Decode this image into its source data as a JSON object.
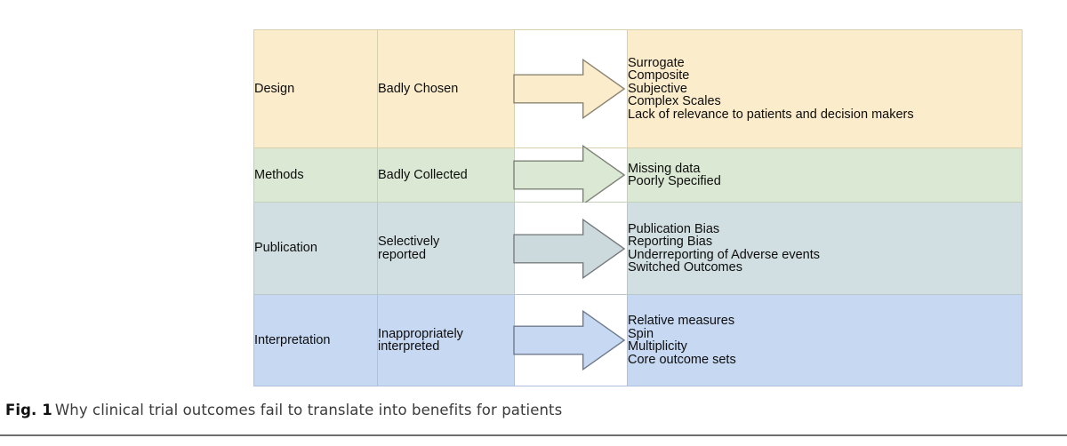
{
  "figure": {
    "caption_label": "Fig. 1",
    "caption_text": "Why clinical trial outcomes fail to translate into benefits for patients"
  },
  "table": {
    "rows": [
      {
        "stage": "Design",
        "problem": "Badly  Chosen",
        "arrow_icon": "right-arrow-icon",
        "fill": "#fbeccb",
        "arrow_fill": "#fbeccb",
        "arrow_stroke": "#8a8470",
        "border": "#d8cfae",
        "items": [
          "Surrogate",
          "Composite",
          "Subjective",
          "Complex Scales",
          "Lack of relevance to  patients  and decision makers"
        ]
      },
      {
        "stage": "Methods",
        "problem": "Badly Collected",
        "arrow_icon": "right-arrow-icon",
        "fill": "#dbe8d3",
        "arrow_fill": "#dbe8d3",
        "arrow_stroke": "#7d8277",
        "border": "#c2cfbb",
        "items": [
          "Missing data",
          "Poorly Specified"
        ]
      },
      {
        "stage": "Publication",
        "problem": "Selectively\nreported",
        "arrow_icon": "right-arrow-icon",
        "fill": "#d2dfe2",
        "arrow_fill": "#ccdade",
        "arrow_stroke": "#767c7e",
        "border": "#b9c6ca",
        "items": [
          "Publication Bias",
          "Reporting Bias",
          "Underreporting of Adverse events",
          "Switched Outcomes"
        ]
      },
      {
        "stage": "Interpretation",
        "problem": "Inappropriately\ninterpreted",
        "arrow_icon": "right-arrow-icon",
        "fill": "#c7d8f2",
        "arrow_fill": "#c7d8f2",
        "arrow_stroke": "#6f7b8c",
        "border": "#adc0dd",
        "items": [
          "Relative measures",
          "Spin",
          "Multiplicity",
          "Core outcome sets"
        ]
      }
    ]
  }
}
